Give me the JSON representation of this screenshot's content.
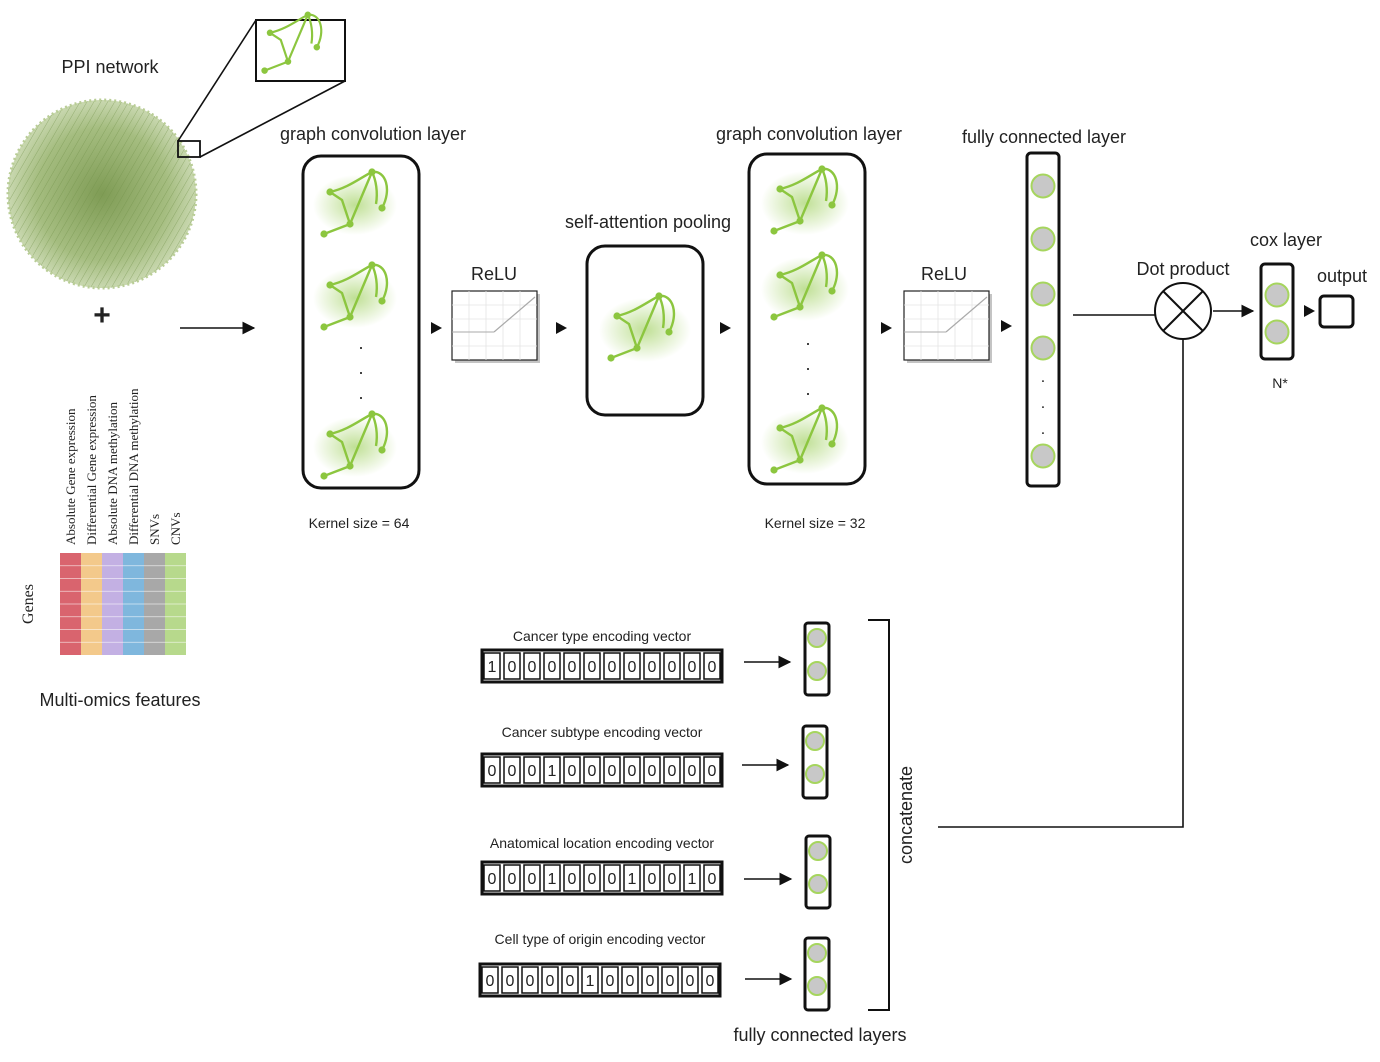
{
  "labels": {
    "ppi_network": "PPI network",
    "plus": "+",
    "gcl_1": "graph convolution layer",
    "gcl_2": "graph convolution layer",
    "relu_1": "ReLU",
    "relu_2": "ReLU",
    "sa_pooling": "self-attention pooling",
    "fc_layer": "fully connected layer",
    "dot_product": "Dot product",
    "cox_layer": "cox layer",
    "output": "output",
    "n_star": "N*",
    "kernel_64": "Kernel size = 64",
    "kernel_32": "Kernel size = 32",
    "genes": "Genes",
    "multi_omics": "Multi-omics features",
    "concatenate": "concatenate",
    "fc_layers": "fully connected layers",
    "ellipsis": "."
  },
  "omics_columns": [
    {
      "label": "Absolute Gene expression",
      "color": "#d9646e"
    },
    {
      "label": "Differential Gene expression",
      "color": "#f3c98b"
    },
    {
      "label": "Absolute DNA methylation",
      "color": "#c3b0e3"
    },
    {
      "label": "Differential DNA methylation",
      "color": "#7fb7dd"
    },
    {
      "label": "SNVs",
      "color": "#a8a8a8"
    },
    {
      "label": "CNVs",
      "color": "#b7d98c"
    }
  ],
  "encoding_vectors": [
    {
      "title": "Cancer type encoding vector",
      "bits": [
        "1",
        "0",
        "0",
        "0",
        "0",
        "0",
        "0",
        "0",
        "0",
        "0",
        "0",
        "0"
      ]
    },
    {
      "title": "Cancer subtype encoding vector",
      "bits": [
        "0",
        "0",
        "0",
        "1",
        "0",
        "0",
        "0",
        "0",
        "0",
        "0",
        "0",
        "0"
      ]
    },
    {
      "title": "Anatomical location encoding vector",
      "bits": [
        "0",
        "0",
        "0",
        "1",
        "0",
        "0",
        "0",
        "1",
        "0",
        "0",
        "1",
        "0"
      ]
    },
    {
      "title": "Cell type of origin encoding vector",
      "bits": [
        "0",
        "0",
        "0",
        "0",
        "0",
        "1",
        "0",
        "0",
        "0",
        "0",
        "0",
        "0"
      ]
    }
  ],
  "colors": {
    "graph_green": "#8cc63f",
    "node_fill": "#c8c8c8",
    "node_ring": "#a6d55e",
    "ppi_green": "#9fb978"
  }
}
